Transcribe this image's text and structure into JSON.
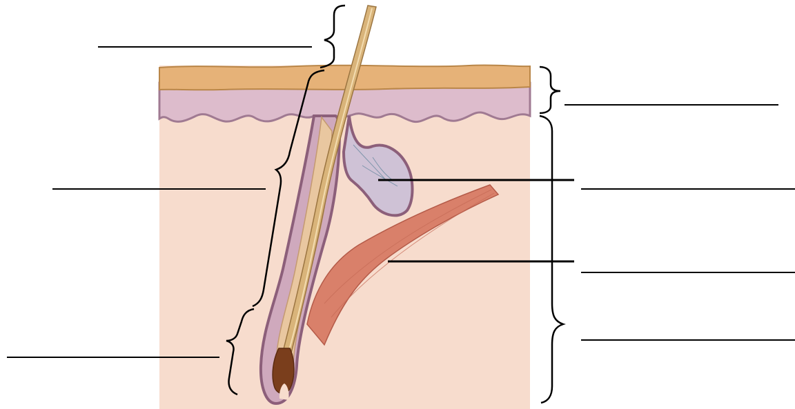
{
  "diagram": {
    "subject": "hair-follicle-skin-cross-section",
    "labels": [
      {
        "id": "hair-shaft",
        "text": ""
      },
      {
        "id": "epidermis",
        "text": ""
      },
      {
        "id": "hair-root",
        "text": ""
      },
      {
        "id": "sebaceous-gland",
        "text": ""
      },
      {
        "id": "arrector-pili-muscle",
        "text": ""
      },
      {
        "id": "hair-bulb",
        "text": ""
      },
      {
        "id": "dermis",
        "text": ""
      }
    ]
  },
  "colors": {
    "background": "#ffffff",
    "dermis": "#f7dccd",
    "epidermis_top": "#e6b278",
    "epidermis_lower": "#ddbccc",
    "follicle_sheath": "#c8a7b8",
    "hair_shaft": "#d9b47a",
    "hair_bulb": "#7a3e1c",
    "muscle": "#d9806a",
    "gland": "#cfc2d6",
    "line": "#000000"
  }
}
